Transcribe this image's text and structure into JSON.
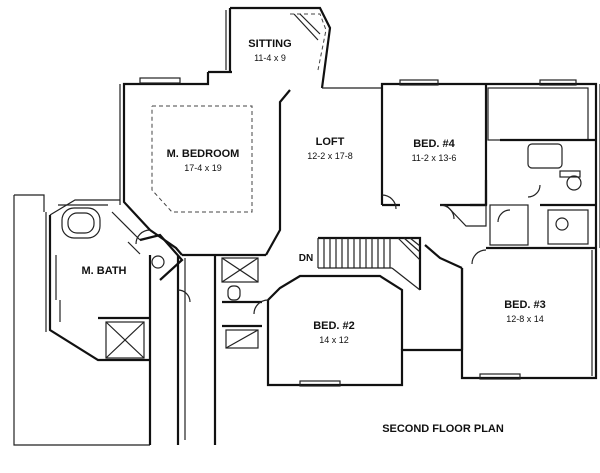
{
  "plan_title": "SECOND FLOOR PLAN",
  "rooms": {
    "sitting": {
      "name": "SITTING",
      "size": "11-4 x 9"
    },
    "master_bedroom": {
      "name": "M. BEDROOM",
      "size": "17-4 x 19"
    },
    "loft": {
      "name": "LOFT",
      "size": "12-2 x 17-8"
    },
    "bed4": {
      "name": "BED. #4",
      "size": "11-2 x 13-6"
    },
    "master_bath": {
      "name": "M. BATH",
      "size": ""
    },
    "bed2": {
      "name": "BED. #2",
      "size": "14 x 12"
    },
    "bed3": {
      "name": "BED. #3",
      "size": "12-8 x 14"
    }
  },
  "stair_label": "DN"
}
